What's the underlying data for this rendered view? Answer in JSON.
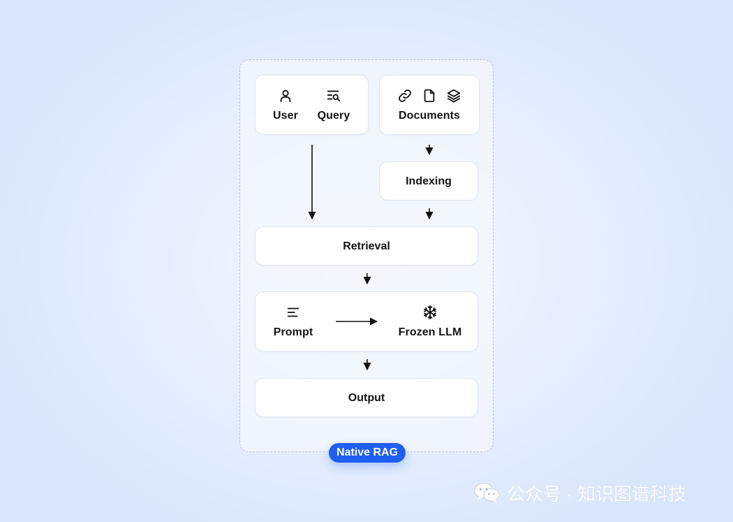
{
  "diagram": {
    "user_label": "User",
    "query_label": "Query",
    "documents_label": "Documents",
    "indexing_label": "Indexing",
    "retrieval_label": "Retrieval",
    "prompt_label": "Prompt",
    "frozen_llm_label": "Frozen LLM",
    "output_label": "Output",
    "badge_label": "Native RAG",
    "icons": {
      "user": "user-icon",
      "query": "search-list-icon",
      "documents": [
        "link-icon",
        "file-icon",
        "layers-icon"
      ],
      "prompt": "align-left-icon",
      "frozen_llm": "snowflake-icon"
    }
  },
  "watermark": {
    "text": "公众号 · 知识图谱科技",
    "icon": "wechat-icon"
  },
  "colors": {
    "badge": "#1f5ff0",
    "arrow": "#111111",
    "frame_border": "#b9c3d6"
  }
}
